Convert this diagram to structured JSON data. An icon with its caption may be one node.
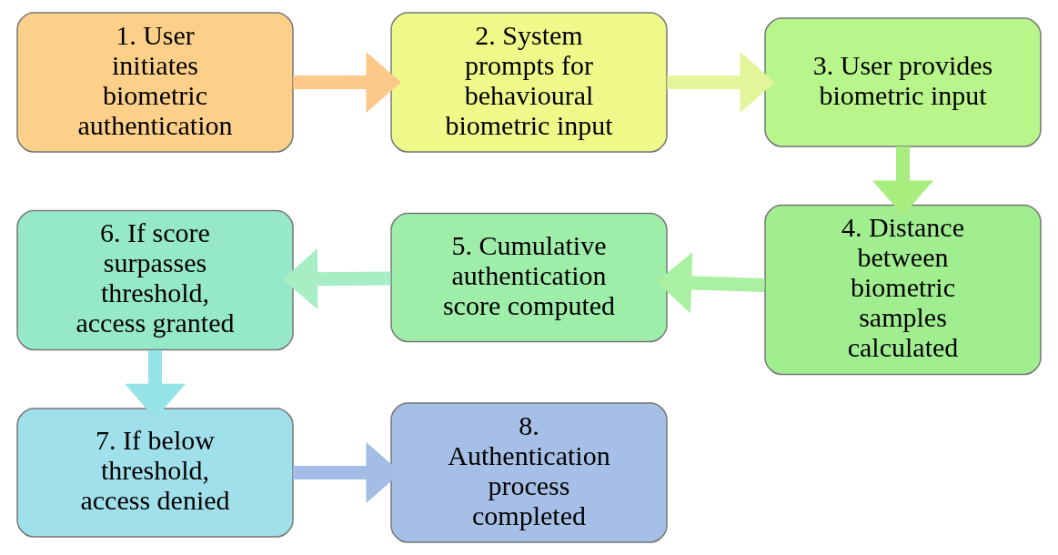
{
  "diagram": {
    "nodes": [
      {
        "text": [
          "1. User initiates biometric authentication"
        ]
      },
      {
        "text": [
          "2. System prompts for behavioural biometric input"
        ]
      },
      {
        "text": [
          "3. User provides biometric input"
        ]
      },
      {
        "text": [
          "4. Distance between biometric samples calculated"
        ]
      },
      {
        "text": [
          "5. Cumulative authentication score computed"
        ]
      },
      {
        "text": [
          "6. If score surpasses threshold, access granted"
        ]
      },
      {
        "text": [
          "7. If below threshold, access denied"
        ]
      },
      {
        "text": [
          "8. Authentication process completed"
        ]
      }
    ],
    "edges": [
      {
        "from": 0,
        "to": 1,
        "arrow": "to",
        "color": "#fcc98a"
      },
      {
        "from": 1,
        "to": 2,
        "arrow": "to",
        "color": "#e3f59a"
      },
      {
        "from": 2,
        "to": 3,
        "arrow": "to",
        "color": "#a8ee7e"
      },
      {
        "from": 3,
        "to": 4,
        "arrow": "to",
        "color": "#a9f0a0"
      },
      {
        "from": 4,
        "to": 5,
        "arrow": "to",
        "color": "#a8eec5"
      },
      {
        "from": 5,
        "to": 6,
        "arrow": "to",
        "color": "#96e4e8"
      },
      {
        "from": 6,
        "to": 7,
        "arrow": "to",
        "color": "#a3bde6"
      }
    ]
  }
}
